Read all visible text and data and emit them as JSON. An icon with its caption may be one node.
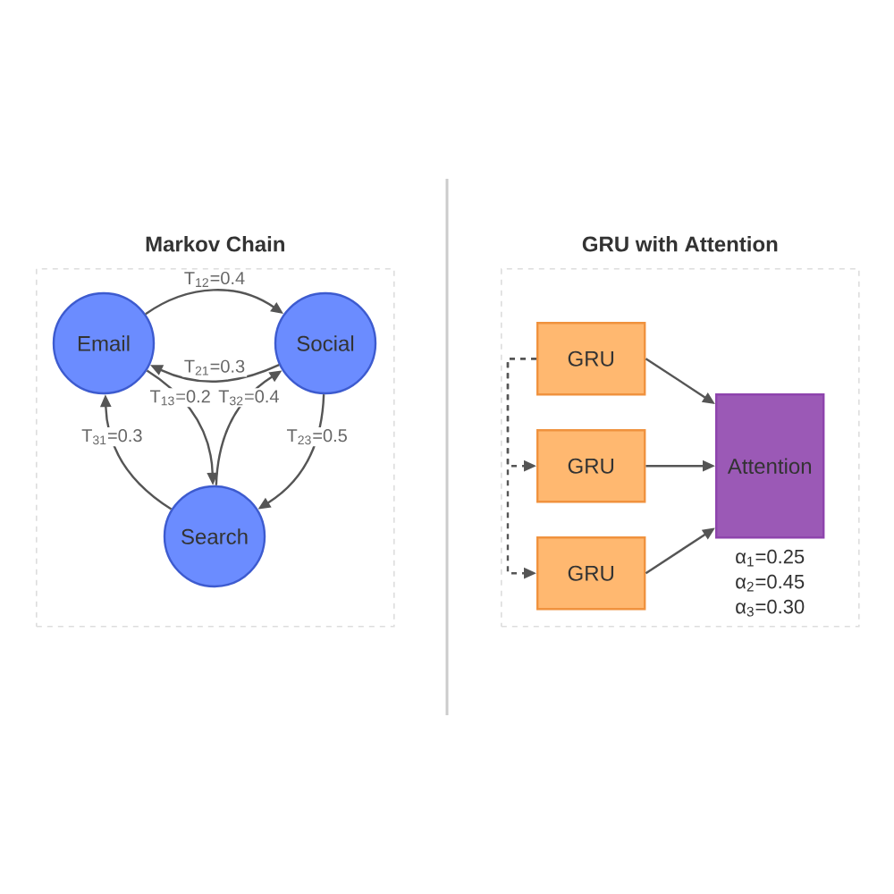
{
  "diagram": {
    "nodes": [
      {
        "text": [
          "Markov Chain"
        ]
      },
      {
        "text": [
          "Email"
        ],
        "in": 0
      },
      {
        "text": [
          "Social"
        ],
        "in": 0
      },
      {
        "text": [
          "Search"
        ],
        "in": 0
      },
      {
        "text": [
          "GRU with Attention"
        ]
      },
      {
        "text": [
          "GRU"
        ],
        "in": 4
      },
      {
        "text": [
          "GRU"
        ],
        "in": 4
      },
      {
        "text": [
          "GRU"
        ],
        "in": 4
      },
      {
        "text": [
          "Attention"
        ],
        "in": 4,
        "beside": [
          "α$_{1}$=0.25",
          "α$_{2}$=0.45",
          "α$_{3}$=0.30"
        ]
      }
    ],
    "edges": [
      {
        "from": 1,
        "to": 2,
        "arrow": "to",
        "label": "T$_{12}$=0.4"
      },
      {
        "from": 2,
        "to": 1,
        "arrow": "to",
        "label": "T$_{21}$=0.3"
      },
      {
        "from": 1,
        "to": 3,
        "arrow": "to",
        "label": "T$_{13}$=0.2"
      },
      {
        "from": 3,
        "to": 1,
        "arrow": "to",
        "label": "T$_{31}$=0.3"
      },
      {
        "from": 2,
        "to": 3,
        "arrow": "to",
        "label": "T$_{23}$=0.5"
      },
      {
        "from": 3,
        "to": 2,
        "arrow": "to",
        "label": "T$_{32}$=0.4"
      },
      {
        "from": 5,
        "to": 8,
        "arrow": "to"
      },
      {
        "from": 6,
        "to": 8,
        "arrow": "to"
      },
      {
        "from": 7,
        "to": 8,
        "arrow": "to"
      },
      {
        "from": 5,
        "to": 6,
        "arrow": "to",
        "style": "dashed"
      },
      {
        "from": 5,
        "to": 7,
        "arrow": "to",
        "style": "dashed"
      }
    ]
  }
}
